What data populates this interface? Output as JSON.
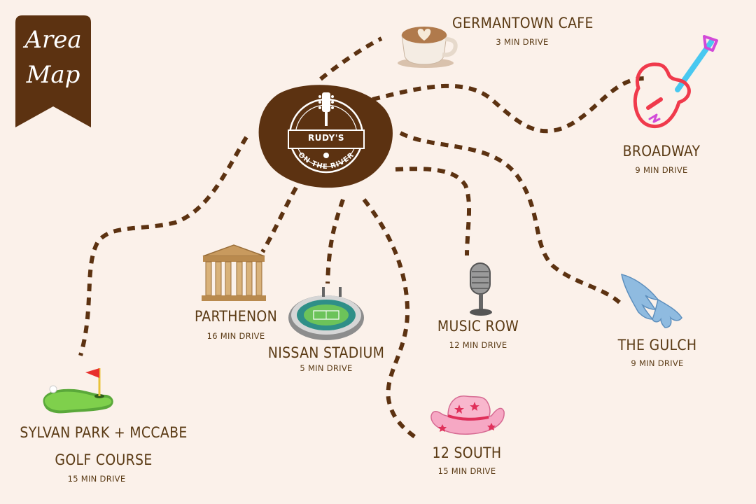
{
  "banner": {
    "line1": "Area",
    "line2": "Map",
    "color": "#5c3211"
  },
  "center": {
    "name": "RUDY'S",
    "subtitle": "ON THE RIVER",
    "color": "#5c3211"
  },
  "path_color": "#5c3211",
  "text_color": "#5a3a14",
  "destinations": [
    {
      "id": "germantown-cafe",
      "name": "GERMANTOWN CAFE",
      "drive": "3 MIN DRIVE",
      "icon": "coffee-cup-icon"
    },
    {
      "id": "broadway",
      "name": "BROADWAY",
      "drive": "9 MIN DRIVE",
      "icon": "neon-guitar-icon"
    },
    {
      "id": "the-gulch",
      "name": "THE GULCH",
      "drive": "9 MIN DRIVE",
      "icon": "angel-wings-icon"
    },
    {
      "id": "music-row",
      "name": "MUSIC ROW",
      "drive": "12 MIN DRIVE",
      "icon": "microphone-icon"
    },
    {
      "id": "12-south",
      "name": "12 SOUTH",
      "drive": "15 MIN DRIVE",
      "icon": "cowboy-hat-icon"
    },
    {
      "id": "nissan-stadium",
      "name": "NISSAN STADIUM",
      "drive": "5 MIN DRIVE",
      "icon": "stadium-icon"
    },
    {
      "id": "parthenon",
      "name": "PARTHENON",
      "drive": "16 MIN DRIVE",
      "icon": "parthenon-icon"
    },
    {
      "id": "sylvan-park",
      "name_line1": "SYLVAN PARK + MCCABE",
      "name_line2": "GOLF COURSE",
      "drive": "15 MIN DRIVE",
      "icon": "golf-green-icon"
    }
  ]
}
